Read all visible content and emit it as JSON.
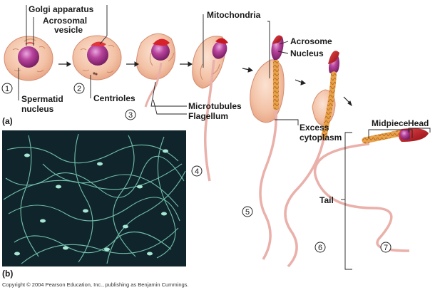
{
  "panel_a_label": "(a)",
  "panel_b_label": "(b)",
  "labels": {
    "golgi": "Golgi apparatus",
    "acrosomal_line1": "Acrosomal",
    "acrosomal_line2": "vesicle",
    "spermatid_line1": "Spermatid",
    "spermatid_line2": "nucleus",
    "centrioles": "Centrioles",
    "mitochondria": "Mitochondria",
    "acrosome": "Acrosome",
    "nucleus": "Nucleus",
    "microtubules": "Microtubules",
    "flagellum": "Flagellum",
    "excess_line1": "Excess",
    "excess_line2": "cytoplasm",
    "midpiece": "Midpiece",
    "head": "Head",
    "tail": "Tail"
  },
  "steps": [
    "1",
    "2",
    "3",
    "4",
    "5",
    "6",
    "7"
  ],
  "copyright": "Copyright © 2004 Pearson Education, Inc., publishing as Benjamin Cummings.",
  "colors": {
    "cytoplasm": "#f3c4a8",
    "nucleus": "#a0307f",
    "acrosome": "#c4161c",
    "flagellum": "#e9a5a0",
    "midpiece": "#e8a24a",
    "micrograph_bg": "#10252b",
    "micrograph_cells": "#8fd8c4"
  }
}
